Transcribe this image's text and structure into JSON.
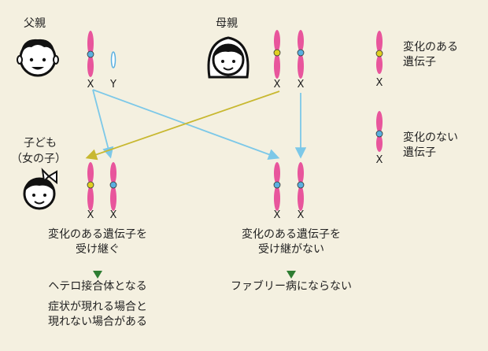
{
  "parents": {
    "father": {
      "label": "父親",
      "chrom_labels": [
        "X",
        "Y"
      ]
    },
    "mother": {
      "label": "母親",
      "chrom_labels": [
        "X",
        "X"
      ]
    }
  },
  "child": {
    "label_line1": "子ども",
    "label_line2": "（女の子）",
    "left_chrom_labels": [
      "X",
      "X"
    ],
    "right_chrom_labels": [
      "X",
      "X"
    ]
  },
  "legend": {
    "changed": {
      "line1": "変化のある",
      "line2": "遺伝子",
      "chrom_label": "X"
    },
    "unchanged": {
      "line1": "変化のない",
      "line2": "遺伝子",
      "chrom_label": "X"
    }
  },
  "outcomes": {
    "left": {
      "line1": "変化のある遺伝子を",
      "line2": "受け継ぐ",
      "result1": "ヘテロ接合体となる",
      "result2": "症状が現れる場合と",
      "result3": "現れない場合がある"
    },
    "right": {
      "line1": "変化のある遺伝子を",
      "line2": "受け継がない",
      "result1": "ファブリー病にならない"
    }
  },
  "colors": {
    "background": "#f4f0e0",
    "chromosome": "#e8559c",
    "changed_gene": "#e0d020",
    "unchanged_gene": "#5ab0e0",
    "father_arrow": "#7cc8e8",
    "mother_arrow": "#c8b830",
    "triangle": "#2e7d32"
  }
}
